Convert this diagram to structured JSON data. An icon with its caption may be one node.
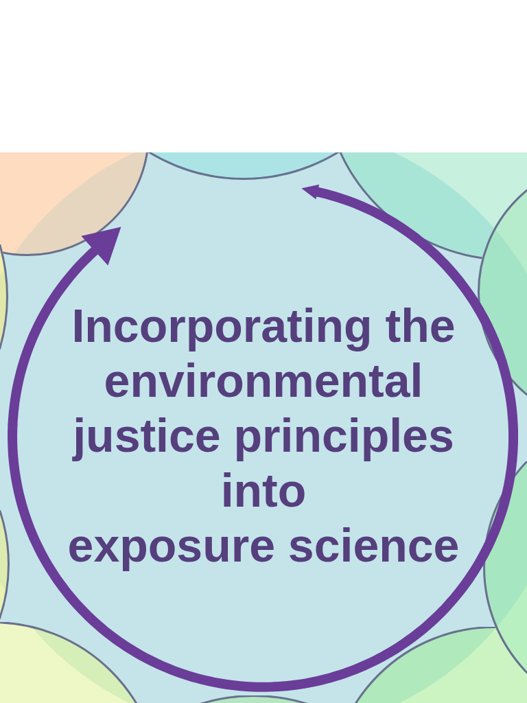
{
  "diagram": {
    "nodes": [
      {
        "text": [
          "Incorporating the environmental justice principles into exposure science"
        ]
      },
      {
        "text": [],
        "shape": "circle"
      },
      {
        "text": [],
        "shape": "circle"
      },
      {
        "text": [],
        "shape": "circle"
      },
      {
        "text": [],
        "shape": "circle"
      },
      {
        "text": [],
        "shape": "circle"
      },
      {
        "text": [],
        "shape": "circle"
      },
      {
        "text": [],
        "shape": "circle"
      },
      {
        "text": [],
        "shape": "circle"
      },
      {
        "text": [],
        "shape": "circle"
      },
      {
        "text": [],
        "shape": "circle"
      }
    ]
  }
}
